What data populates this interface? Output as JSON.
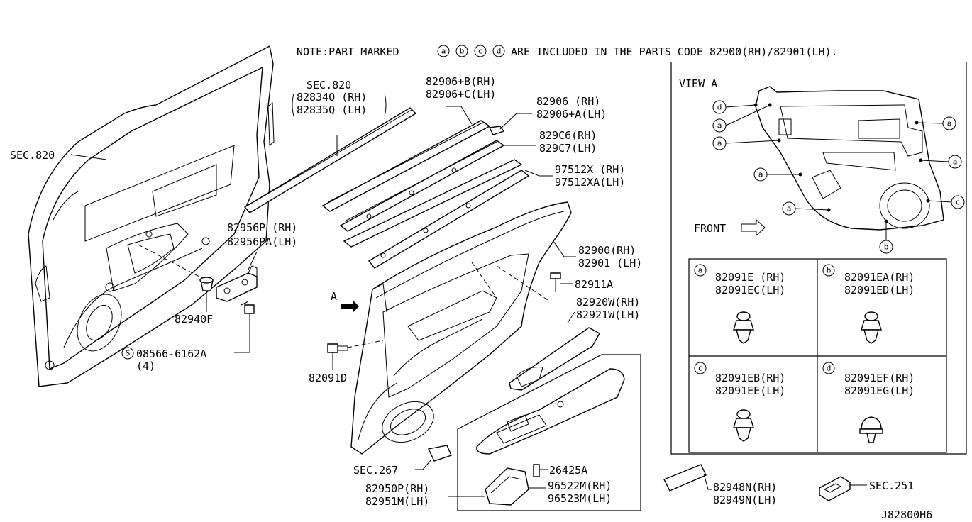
{
  "diagram_id": "J82800H6",
  "note": {
    "prefix": "NOTE:PART MARKED",
    "marks": [
      "a",
      "b",
      "c",
      "d"
    ],
    "suffix": "ARE INCLUDED IN THE PARTS CODE 82900(RH)/82901(LH)."
  },
  "labels": {
    "sec820_left": "SEC.820",
    "sec820_top": "SEC.820",
    "p82834q": "82834Q (RH)",
    "p82835q": "82835Q (LH)",
    "p82906b": "82906+B(RH)",
    "p82906c": "82906+C(LH)",
    "p82906": "82906   (RH)",
    "p82906a": "82906+A(LH)",
    "p829c6": "829C6(RH)",
    "p829c7": "829C7(LH)",
    "p97512x": "97512X  (RH)",
    "p97512xa": "97512XA(LH)",
    "p82956p": "82956P (RH)",
    "p82956pa": "82956PA(LH)",
    "p82940f": "82940F",
    "p08566": "08566-6162A",
    "p08566_qty": "(4)",
    "p08566_sym": "S",
    "p82900": "82900(RH)",
    "p82901": "82901 (LH)",
    "p82911a": "82911A",
    "p82920w": "82920W(RH)",
    "p82921w": "82921W(LH)",
    "p82091d": "82091D",
    "arrow_a": "A",
    "sec267": "SEC.267",
    "p26425a": "26425A",
    "p82950p": "82950P(RH)",
    "p82951m": "82951M(LH)",
    "p96522m": "96522M(RH)",
    "p96523m": "96523M(LH)",
    "p82948n": "82948N(RH)",
    "p82949n": "82949N(LH)",
    "sec251": "SEC.251"
  },
  "view_a": {
    "title": "VIEW A",
    "front": "FRONT",
    "callouts": [
      "d",
      "a",
      "a",
      "a",
      "a",
      "b",
      "c",
      "a",
      "a"
    ]
  },
  "clip_table": [
    {
      "mark": "a",
      "rh": "82091E  (RH)",
      "lh": "82091EC(LH)"
    },
    {
      "mark": "b",
      "rh": "82091EA(RH)",
      "lh": "82091ED(LH)"
    },
    {
      "mark": "c",
      "rh": "82091EB(RH)",
      "lh": "82091EE(LH)"
    },
    {
      "mark": "d",
      "rh": "82091EF(RH)",
      "lh": "82091EG(LH)"
    }
  ]
}
